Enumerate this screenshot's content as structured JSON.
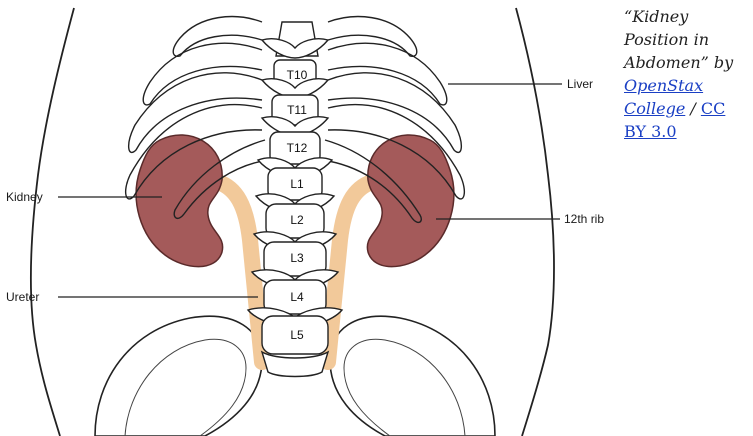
{
  "diagram": {
    "labels": {
      "liver": "Liver",
      "kidney": "Kidney",
      "rib": "12th rib",
      "ureter": "Ureter"
    },
    "vertebrae": [
      "T10",
      "T11",
      "T12",
      "L1",
      "L2",
      "L3",
      "L4",
      "L5"
    ],
    "colors": {
      "kidney": "#a45a5a",
      "ureter": "#f2c99a",
      "outline": "#222222",
      "bone": "#ffffff"
    }
  },
  "caption": {
    "open_quote": "“",
    "title": "Kidney Position in Abdomen",
    "close_quote": "” by",
    "author": "OpenStax College",
    "separator": "/",
    "license": "CC BY 3.0"
  }
}
